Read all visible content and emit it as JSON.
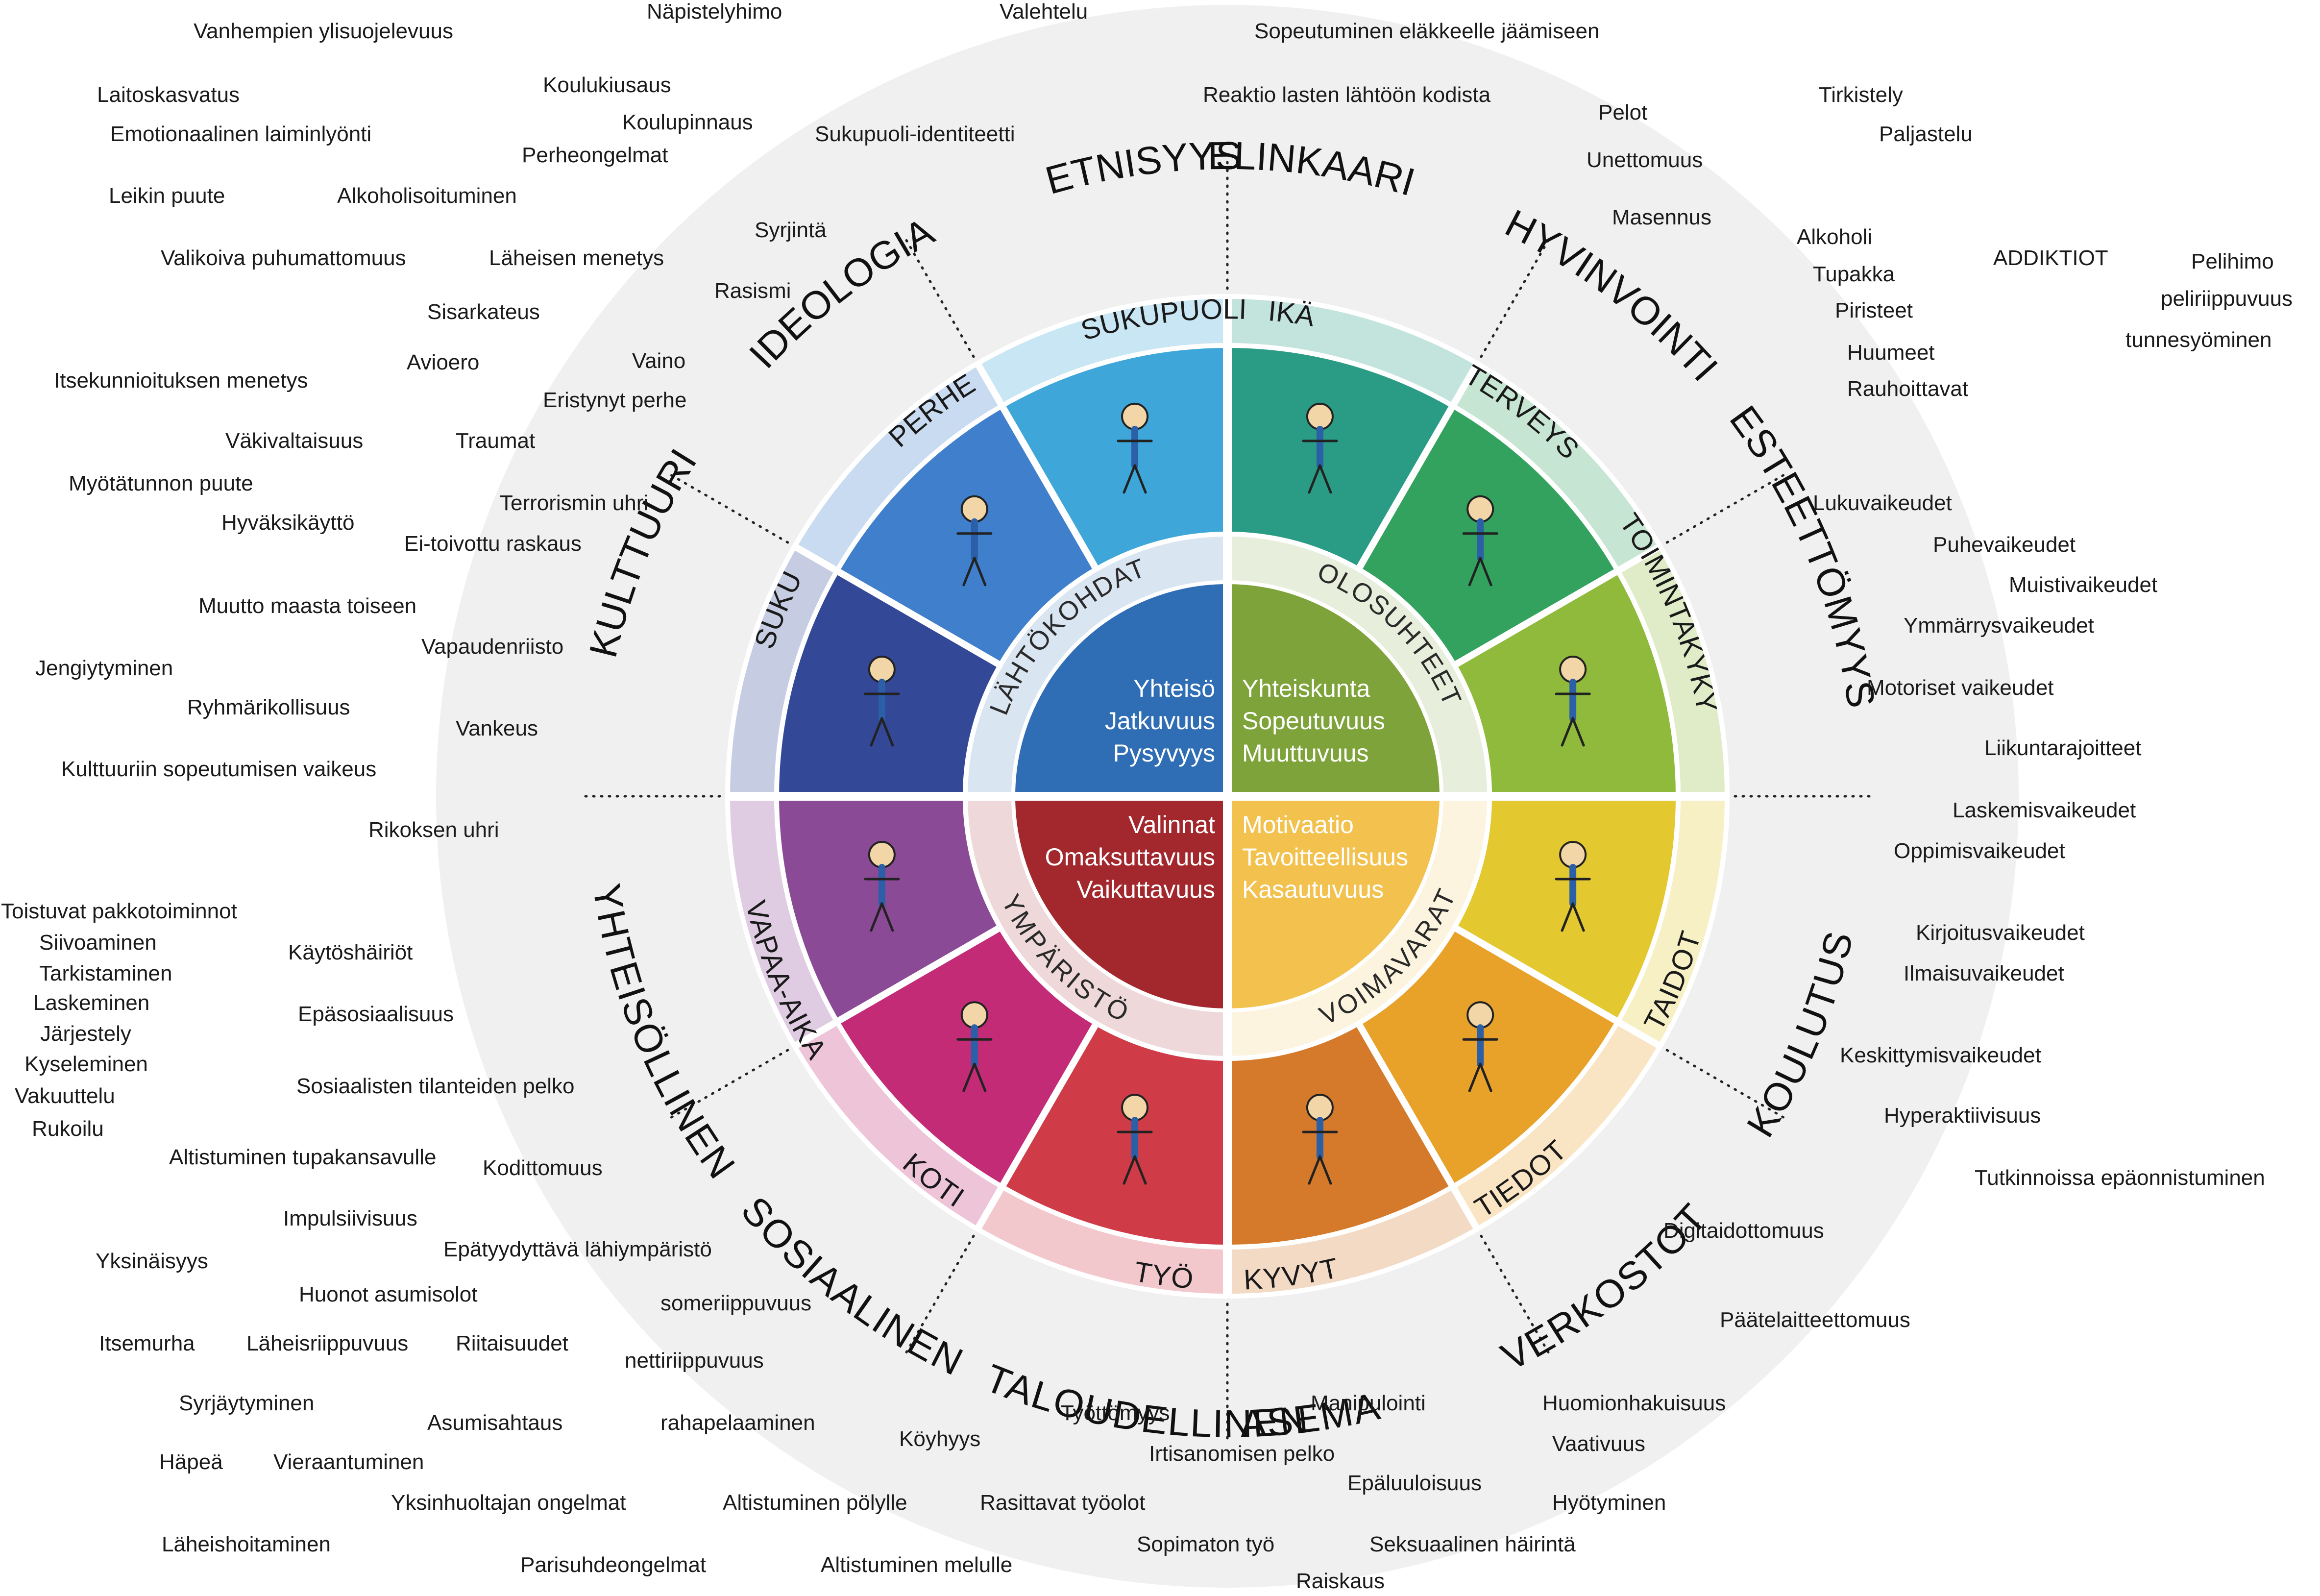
{
  "colors": {
    "background_disc": "#f0f0f0",
    "cross_line": "#ffffff",
    "quadrants": {
      "top_left": "#2f6db5",
      "top_right": "#7ea33a",
      "bottom_right": "#f2c14e",
      "bottom_left": "#a3282e"
    },
    "segments": {
      "sukupuoli": "#3ea6d9",
      "ika": "#2a9b85",
      "terveys": "#34a25f",
      "toimintakyky": "#8fba3b",
      "taidot": "#e3c82f",
      "tiedot": "#e8a22a",
      "kyvyt": "#d57a2b",
      "tyo": "#cf3c48",
      "koti": "#c42b77",
      "vapaa_aika": "#8b4a96",
      "suku": "#334896",
      "perhe": "#3f7fcb"
    }
  },
  "center": {
    "top_left": [
      "Yhteisö",
      "Jatkuvuus",
      "Pysyvyys"
    ],
    "top_right": [
      "Yhteiskunta",
      "Sopeutuvuus",
      "Muuttuvuus"
    ],
    "bottom_right": [
      "Motivaatio",
      "Tavoitteellisuus",
      "Kasautuvuus"
    ],
    "bottom_left": [
      "Valinnat",
      "Omaksuttavuus",
      "Vaikuttavuus"
    ]
  },
  "inner_ring": [
    "LÄHTÖKOHDAT",
    "OLOSUHTEET",
    "VOIMAVARAT",
    "YMPÄRISTÖ"
  ],
  "segments": [
    {
      "label": "SUKUPUOLI",
      "icon": "person-flexing-icon"
    },
    {
      "label": "IKÄ",
      "icon": "clock-chained-person-icon"
    },
    {
      "label": "TERVEYS",
      "icon": "sick-person-in-bed-icon"
    },
    {
      "label": "TOIMINTAKYKY",
      "icon": "person-lifting-box-icon"
    },
    {
      "label": "TAIDOT",
      "icon": "person-holding-diploma-icon"
    },
    {
      "label": "TIEDOT",
      "icon": "person-with-wifi-icon"
    },
    {
      "label": "KYVYT",
      "icon": "people-on-ladder-icon"
    },
    {
      "label": "TYÖ",
      "icon": "person-sweeping-icon"
    },
    {
      "label": "KOTI",
      "icon": "person-carrying-house-icon"
    },
    {
      "label": "VAPAA-AIKA",
      "icon": "speaker-at-podium-icon"
    },
    {
      "label": "SUKU",
      "icon": "puzzle-people-icon"
    },
    {
      "label": "PERHE",
      "icon": "person-with-star-icon"
    }
  ],
  "categories": [
    "ETNISYYS",
    "ELINKAARI",
    "HYVINVOINTI",
    "ESTEETTÖMYYS",
    "KOULUTUS",
    "VERKOSTOT",
    "ASEMA",
    "TALOUDELLINEN",
    "SOSIAALINEN",
    "YHTEISÖLLINEN",
    "KULTTUURI",
    "IDEOLOGIA"
  ],
  "issues": [
    "Vanhempien ylisuojelevuus",
    "Näpistelyhimo",
    "Valehtelu",
    "Sopeutuminen eläkkeelle jäämiseen",
    "Laitoskasvatus",
    "Koulukiusaus",
    "Koulupinnaus",
    "Sukupuoli-identiteetti",
    "Reaktio lasten lähtöön kodista",
    "Pelot",
    "Tirkistely",
    "Paljastelu",
    "Emotionaalinen laiminlyönti",
    "Perheongelmat",
    "Unettomuus",
    "Leikin puute",
    "Alkoholisoituminen",
    "Masennus",
    "Syrjintä",
    "Alkoholi",
    "ADDIKTIOT",
    "Pelihimo",
    "Valikoiva puhumattomuus",
    "Läheisen menetys",
    "Tupakka",
    "Rasismi",
    "peliriippuvuus",
    "Piristeet",
    "Sisarkateus",
    "tunnesyöminen",
    "Huumeet",
    "Avioero",
    "Vaino",
    "Itsekunnioituksen menetys",
    "Rauhoittavat",
    "Eristynyt perhe",
    "Traumat",
    "Väkivaltaisuus",
    "Myötätunnon puute",
    "Lukuvaikeudet",
    "Terrorismin uhri",
    "Hyväksikäyttö",
    "Puhevaikeudet",
    "Ei-toivottu raskaus",
    "Muistivaikeudet",
    "Muutto maasta toiseen",
    "Ymmärrysvaikeudet",
    "Vapaudenriisto",
    "Jengiytyminen",
    "Motoriset vaikeudet",
    "Ryhmärikollisuus",
    "Vankeus",
    "Liikuntarajoitteet",
    "Kulttuuriin sopeutumisen vaikeus",
    "Laskemisvaikeudet",
    "Rikoksen uhri",
    "Oppimisvaikeudet",
    "Toistuvat pakkotoiminnot",
    "Kirjoitusvaikeudet",
    "Siivoaminen",
    "Käytöshäiriöt",
    "Tarkistaminen",
    "Ilmaisuvaikeudet",
    "Laskeminen",
    "Epäsosiaalisuus",
    "Järjestely",
    "Keskittymisvaikeudet",
    "Kyseleminen",
    "Sosiaalisten tilanteiden pelko",
    "Vakuuttelu",
    "Hyperaktiivisuus",
    "Rukoilu",
    "Altistuminen tupakansavulle",
    "Kodittomuus",
    "Tutkinnoissa epäonnistuminen",
    "Impulsiivisuus",
    "Digitaidottomuus",
    "Epätyydyttävä lähiympäristö",
    "Yksinäisyys",
    "Huonot asumisolot",
    "someriippuvuus",
    "Päätelaitteettomuus",
    "Itsemurha",
    "Läheisriippuvuus",
    "Riitaisuudet",
    "nettiriippuvuus",
    "Syrjäytyminen",
    "Manipulointi",
    "Huomionhakuisuus",
    "Työttömyys",
    "Asumisahtaus",
    "rahapelaaminen",
    "Vaativuus",
    "Häpeä",
    "Vieraantuminen",
    "Köyhyys",
    "Irtisanomisen pelko",
    "Epäluuloisuus",
    "Yksinhuoltajan ongelmat",
    "Altistuminen pölylle",
    "Rasittavat työolot",
    "Hyötyminen",
    "Läheishoitaminen",
    "Sopimaton työ",
    "Seksuaalinen häirintä",
    "Parisuhdeongelmat",
    "Altistuminen melulle",
    "Raiskaus"
  ]
}
